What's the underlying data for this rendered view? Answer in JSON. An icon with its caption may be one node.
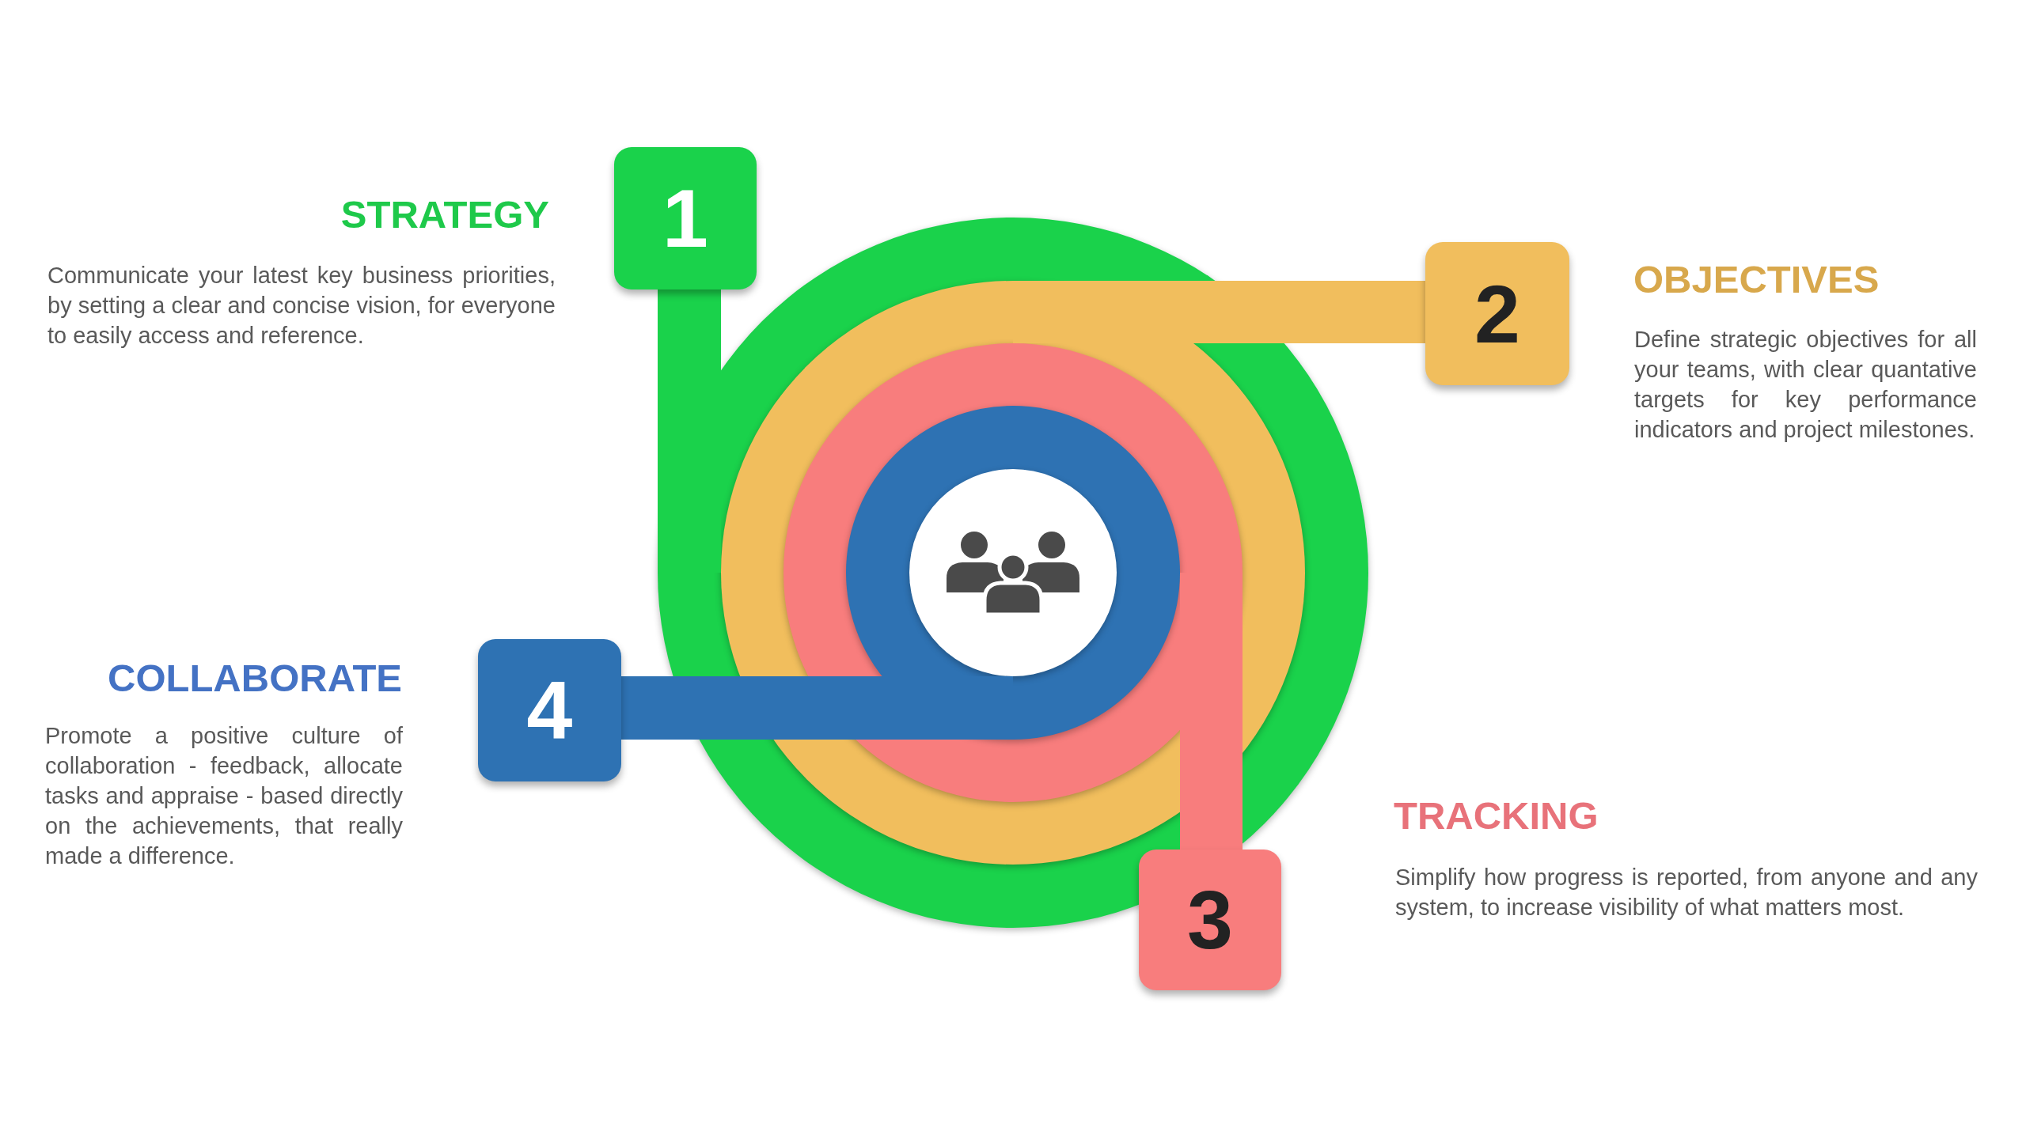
{
  "diagram": {
    "nodes": [
      {
        "text": [
          "1"
        ],
        "beside": [
          "STRATEGY",
          "Communicate your latest key business priorities, by setting a clear and concise vision, for everyone to easily access and reference."
        ]
      },
      {
        "text": [
          "2"
        ],
        "beside": [
          "OBJECTIVES",
          "Define strategic objectives for all your teams, with clear quantative targets for key performance indicators and project milestones."
        ]
      },
      {
        "text": [],
        "shape": "circle"
      },
      {
        "text": [],
        "shape": "circle",
        "in": 2
      },
      {
        "text": [],
        "shape": "circle",
        "in": 3
      },
      {
        "text": [],
        "shape": "circle",
        "in": 4
      },
      {
        "text": [],
        "shape": "circle",
        "in": 5
      },
      {
        "text": [
          "4"
        ],
        "beside": [
          "COLLABORATE",
          "Promote a positive culture of collaboration - feedback, allocate tasks and appraise - based directly on the achievements, that really made a difference."
        ]
      },
      {
        "text": [
          "3"
        ],
        "beside": [
          "TRACKING",
          "Simplify how progress is reported, from anyone and any system, to increase visibility of what matters most."
        ]
      }
    ],
    "edges": [
      {
        "from": 0,
        "to": 2,
        "arrow": "none",
        "color": "#1ad24b"
      },
      {
        "from": 1,
        "to": 3,
        "arrow": "none",
        "color": "#f1be5d"
      },
      {
        "from": 7,
        "to": 5,
        "arrow": "none",
        "color": "#2e72b3"
      },
      {
        "from": 8,
        "to": 4,
        "arrow": "none",
        "color": "#f87d7d"
      }
    ]
  }
}
